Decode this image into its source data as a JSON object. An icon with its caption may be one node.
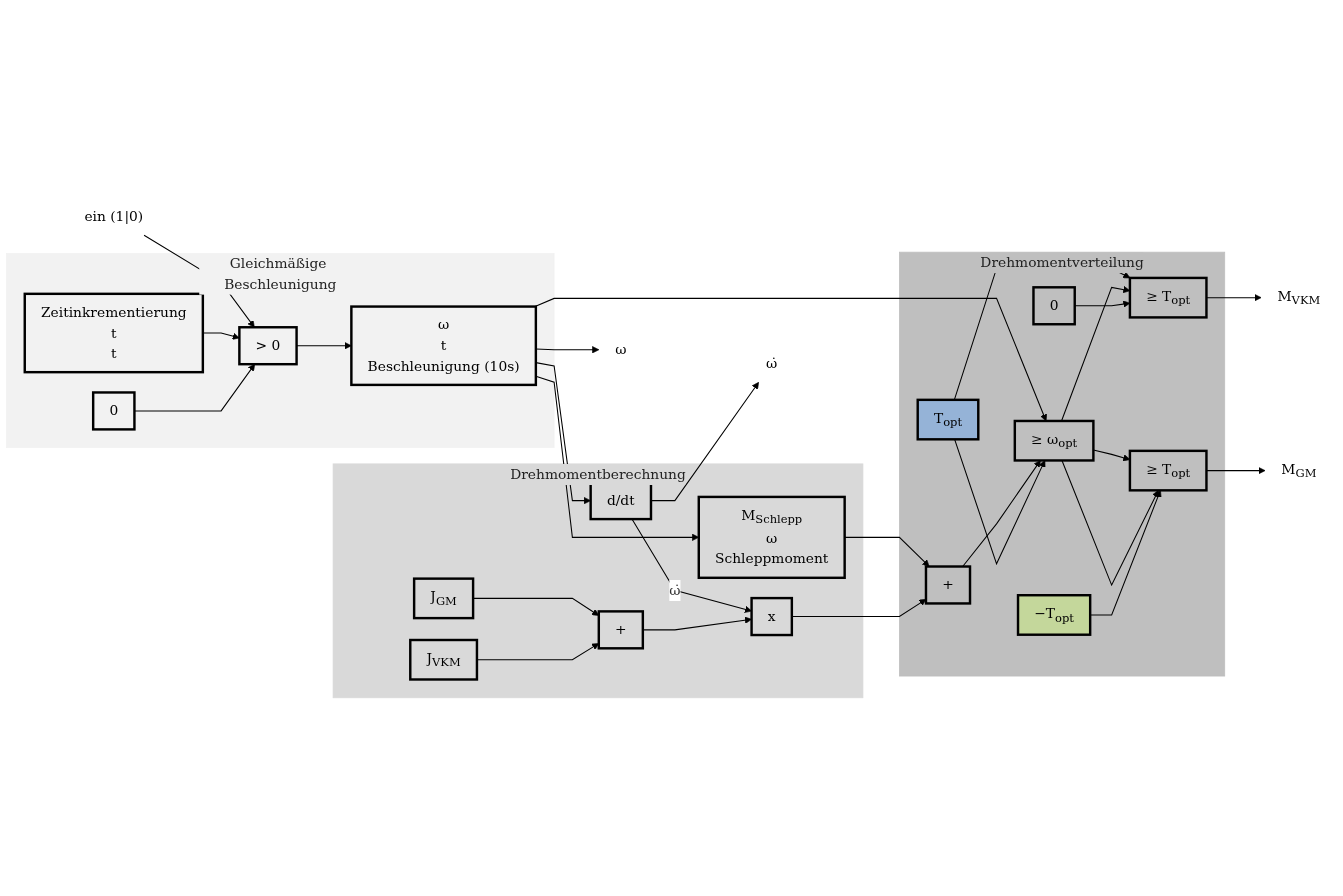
{
  "diagram": {
    "nodes": [
      {
        "text": [
          "Gleichmäßige Beschleunigung"
        ]
      },
      {
        "text": [
          "Drehmomentberechnung"
        ]
      },
      {
        "text": [
          "Drehmomentverteilung"
        ]
      },
      {
        "text": [
          "ein (1|0)"
        ]
      },
      {
        "text": [
          "Zeitinkrementierung",
          "t",
          "t"
        ],
        "in": 0
      },
      {
        "text": [
          "> 0"
        ],
        "in": 0
      },
      {
        "text": [
          "0"
        ],
        "in": 0
      },
      {
        "text": [
          "ω",
          "t",
          "Beschleunigung (10s)"
        ],
        "in": 0
      },
      {
        "text": [
          "M$_{Schlepp}$",
          "ω",
          "Schleppmoment"
        ],
        "in": 1
      },
      {
        "text": [
          "d/dt"
        ],
        "in": 1
      },
      {
        "text": [
          "x"
        ],
        "in": 1
      },
      {
        "text": [
          "+"
        ],
        "in": 1
      },
      {
        "text": [
          "J$_{GM}$"
        ],
        "in": 1
      },
      {
        "text": [
          "J$_{VKM}$"
        ],
        "in": 1
      },
      {
        "text": [
          "+"
        ],
        "in": 2
      },
      {
        "text": [
          "T$_{opt}$"
        ],
        "in": 2
      },
      {
        "text": [
          "≥ ω$_{opt}$"
        ],
        "in": 2
      },
      {
        "text": [
          "≥ T$_{opt}$"
        ],
        "in": 2
      },
      {
        "text": [
          "0"
        ],
        "in": 2
      },
      {
        "text": [
          "−T$_{opt}$"
        ],
        "in": 2
      },
      {
        "text": [
          "≥ T$_{opt}$"
        ],
        "in": 2
      },
      {
        "text": [
          "M$_{VKM}$"
        ]
      },
      {
        "text": [
          "M$_{GM}$"
        ]
      },
      {
        "text": [
          "ω̇"
        ]
      },
      {
        "text": [
          "ω"
        ]
      }
    ],
    "edges": [
      {
        "from": 3,
        "to": 5,
        "arrow": "to"
      },
      {
        "from": 4,
        "to": 5,
        "arrow": "to"
      },
      {
        "from": 6,
        "to": 5,
        "arrow": "to"
      },
      {
        "from": 5,
        "to": 7,
        "arrow": "to"
      },
      {
        "from": 7,
        "to": 16,
        "arrow": "to"
      },
      {
        "from": 7,
        "to": 8,
        "arrow": "to"
      },
      {
        "from": 7,
        "to": 9,
        "arrow": "to"
      },
      {
        "from": 7,
        "to": 24,
        "arrow": "to"
      },
      {
        "from": 8,
        "to": 14,
        "arrow": "to"
      },
      {
        "from": 9,
        "to": 10,
        "arrow": "to",
        "label": "ω̇"
      },
      {
        "from": 9,
        "to": 23,
        "arrow": "to"
      },
      {
        "from": 10,
        "to": 14,
        "arrow": "to"
      },
      {
        "from": 12,
        "to": 11,
        "arrow": "to"
      },
      {
        "from": 13,
        "to": 11,
        "arrow": "to"
      },
      {
        "from": 11,
        "to": 10,
        "arrow": "to"
      },
      {
        "from": 14,
        "to": 16,
        "arrow": "to"
      },
      {
        "from": 15,
        "to": 16,
        "arrow": "to"
      },
      {
        "from": 15,
        "to": 17,
        "arrow": "to"
      },
      {
        "from": 16,
        "to": 17,
        "arrow": "to"
      },
      {
        "from": 16,
        "to": 20,
        "arrow": "to"
      },
      {
        "from": 16,
        "to": 20,
        "arrow": "to"
      },
      {
        "from": 18,
        "to": 17,
        "arrow": "to"
      },
      {
        "from": 19,
        "to": 20,
        "arrow": "to"
      },
      {
        "from": 17,
        "to": 21,
        "arrow": "to"
      },
      {
        "from": 20,
        "to": 22,
        "arrow": "to"
      }
    ]
  }
}
